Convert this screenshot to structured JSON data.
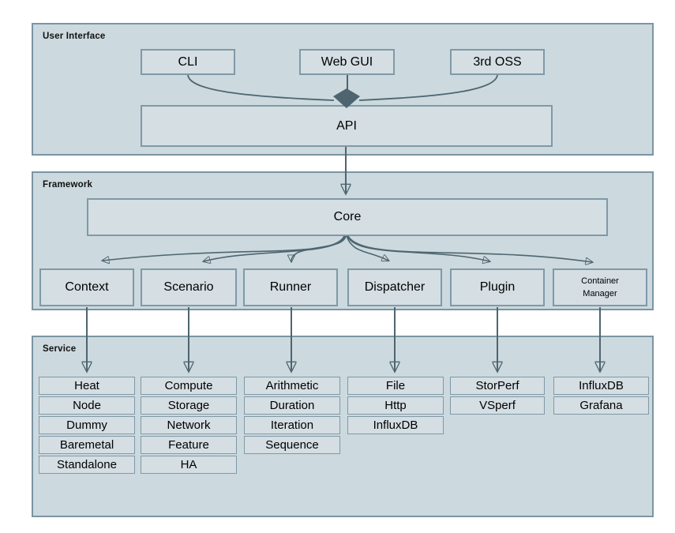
{
  "colors": {
    "section_bg": "#ccd9de",
    "box_bg": "#d4dee3",
    "section_border": "#7b95a3",
    "box_border": "#8099a7",
    "arrow": "#4e6570",
    "text": "#000000"
  },
  "sections": {
    "user_interface": {
      "title": "User Interface",
      "cli": "CLI",
      "web_gui": "Web GUI",
      "third_oss": "3rd OSS",
      "api": "API"
    },
    "framework": {
      "title": "Framework",
      "core": "Core",
      "components": [
        {
          "label": "Context"
        },
        {
          "label": "Scenario"
        },
        {
          "label": "Runner"
        },
        {
          "label": "Dispatcher"
        },
        {
          "label": "Plugin"
        },
        {
          "label": "Container Manager"
        }
      ]
    },
    "service": {
      "title": "Service",
      "columns": [
        {
          "items": [
            "Heat",
            "Node",
            "Dummy",
            "Baremetal",
            "Standalone"
          ]
        },
        {
          "items": [
            "Compute",
            "Storage",
            "Network",
            "Feature",
            "HA"
          ]
        },
        {
          "items": [
            "Arithmetic",
            "Duration",
            "Iteration",
            "Sequence"
          ]
        },
        {
          "items": [
            "File",
            "Http",
            "InfluxDB"
          ]
        },
        {
          "items": [
            "StorPerf",
            "VSperf"
          ]
        },
        {
          "items": [
            "InfluxDB",
            "Grafana"
          ]
        }
      ]
    }
  }
}
